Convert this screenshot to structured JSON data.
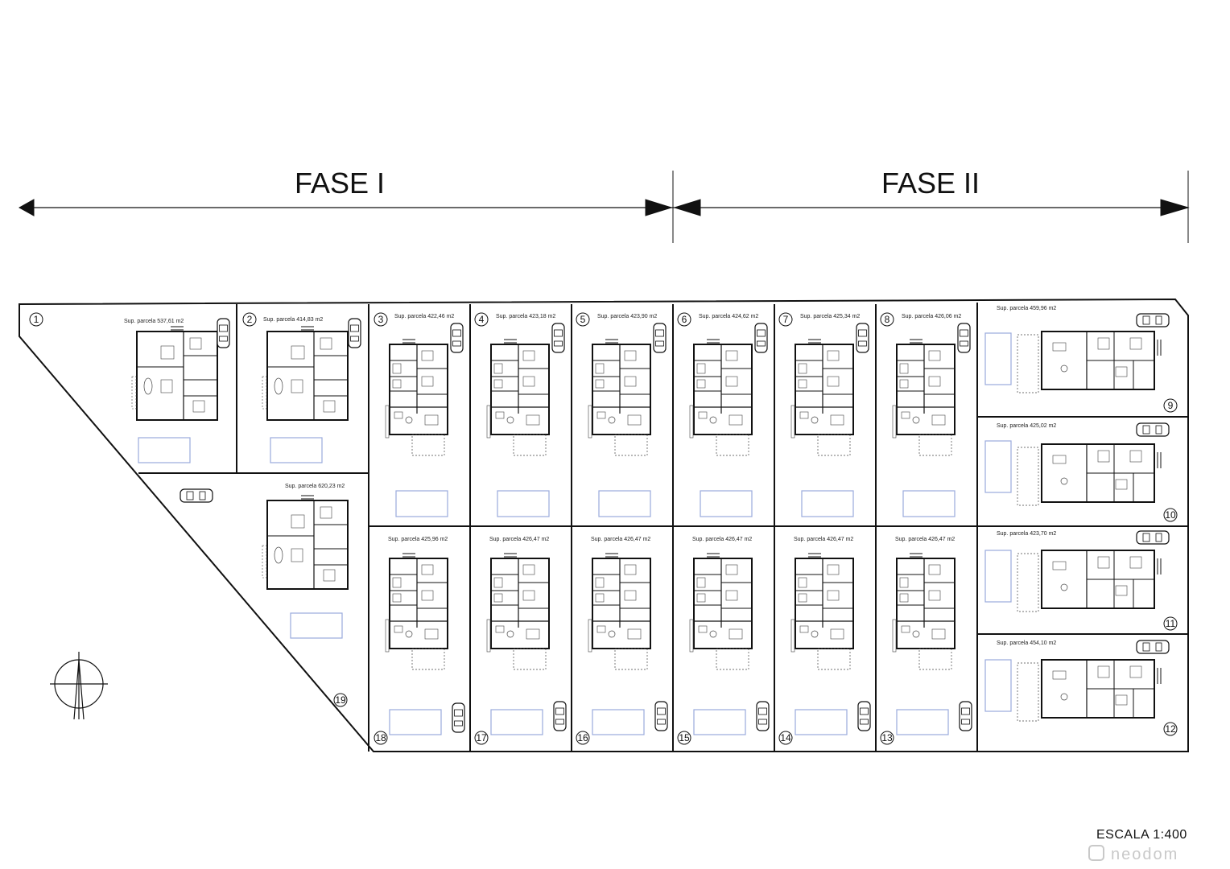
{
  "phases": [
    {
      "id": "fase-1",
      "title": "FASE I"
    },
    {
      "id": "fase-2",
      "title": "FASE II"
    }
  ],
  "plots": [
    {
      "num": "1",
      "label": "Sup. parcela 537,61 m2"
    },
    {
      "num": "2",
      "label": "Sup. parcela 414,83 m2"
    },
    {
      "num": "3",
      "label": "Sup. parcela 422,46 m2"
    },
    {
      "num": "4",
      "label": "Sup. parcela 423,18 m2"
    },
    {
      "num": "5",
      "label": "Sup. parcela 423,90 m2"
    },
    {
      "num": "6",
      "label": "Sup. parcela 424,62 m2"
    },
    {
      "num": "7",
      "label": "Sup. parcela 425,34 m2"
    },
    {
      "num": "8",
      "label": "Sup. parcela 426,06 m2"
    },
    {
      "num": "9",
      "label": "Sup. parcela 459,96 m2"
    },
    {
      "num": "10",
      "label": "Sup. parcela 425,02 m2"
    },
    {
      "num": "11",
      "label": "Sup. parcela 423,70 m2"
    },
    {
      "num": "12",
      "label": "Sup. parcela 454,10 m2"
    },
    {
      "num": "13",
      "label": "Sup. parcela 426,47 m2"
    },
    {
      "num": "14",
      "label": "Sup. parcela 426,47 m2"
    },
    {
      "num": "15",
      "label": "Sup. parcela 426,47 m2"
    },
    {
      "num": "16",
      "label": "Sup. parcela 426,47 m2"
    },
    {
      "num": "17",
      "label": "Sup. parcela 426,47 m2"
    },
    {
      "num": "18",
      "label": "Sup. parcela 425,96 m2"
    },
    {
      "num": "19",
      "label": "Sup. parcela 620,23 m2"
    }
  ],
  "scale": "ESCALA  1:400",
  "watermark": "neodom",
  "icons": {
    "compass": "north-arrow-icon",
    "car": "car-icon",
    "pool": "pool-icon"
  }
}
